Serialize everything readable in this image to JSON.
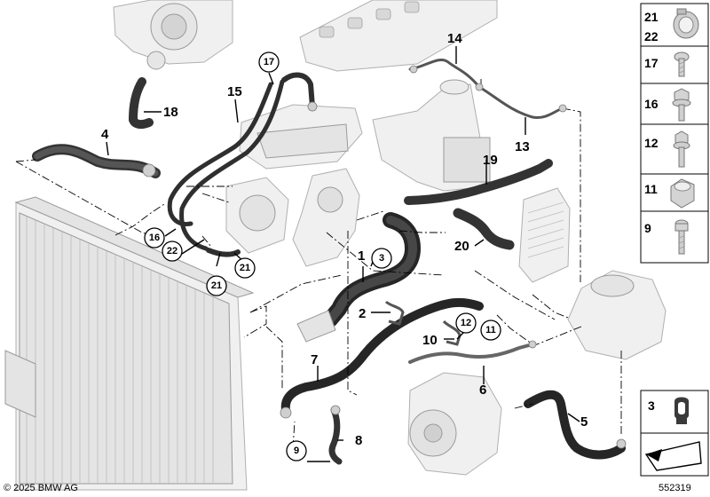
{
  "callouts": {
    "c1": "1",
    "c2": "2",
    "c3": "3",
    "c4": "4",
    "c5": "5",
    "c6": "6",
    "c7": "7",
    "c8": "8",
    "c9": "9",
    "c10": "10",
    "c11": "11",
    "c12": "12",
    "c13": "13",
    "c14": "14",
    "c15": "15",
    "c16": "16",
    "c17": "17",
    "c18": "18",
    "c19": "19",
    "c20": "20",
    "c21a": "21",
    "c21b": "21",
    "c22": "22"
  },
  "legend": {
    "items": [
      "21",
      "22",
      "17",
      "16",
      "12",
      "11",
      "9"
    ],
    "item3": "3"
  },
  "footer": {
    "copyright": "© 2025 BMW AG",
    "diagram_number": "552319"
  }
}
